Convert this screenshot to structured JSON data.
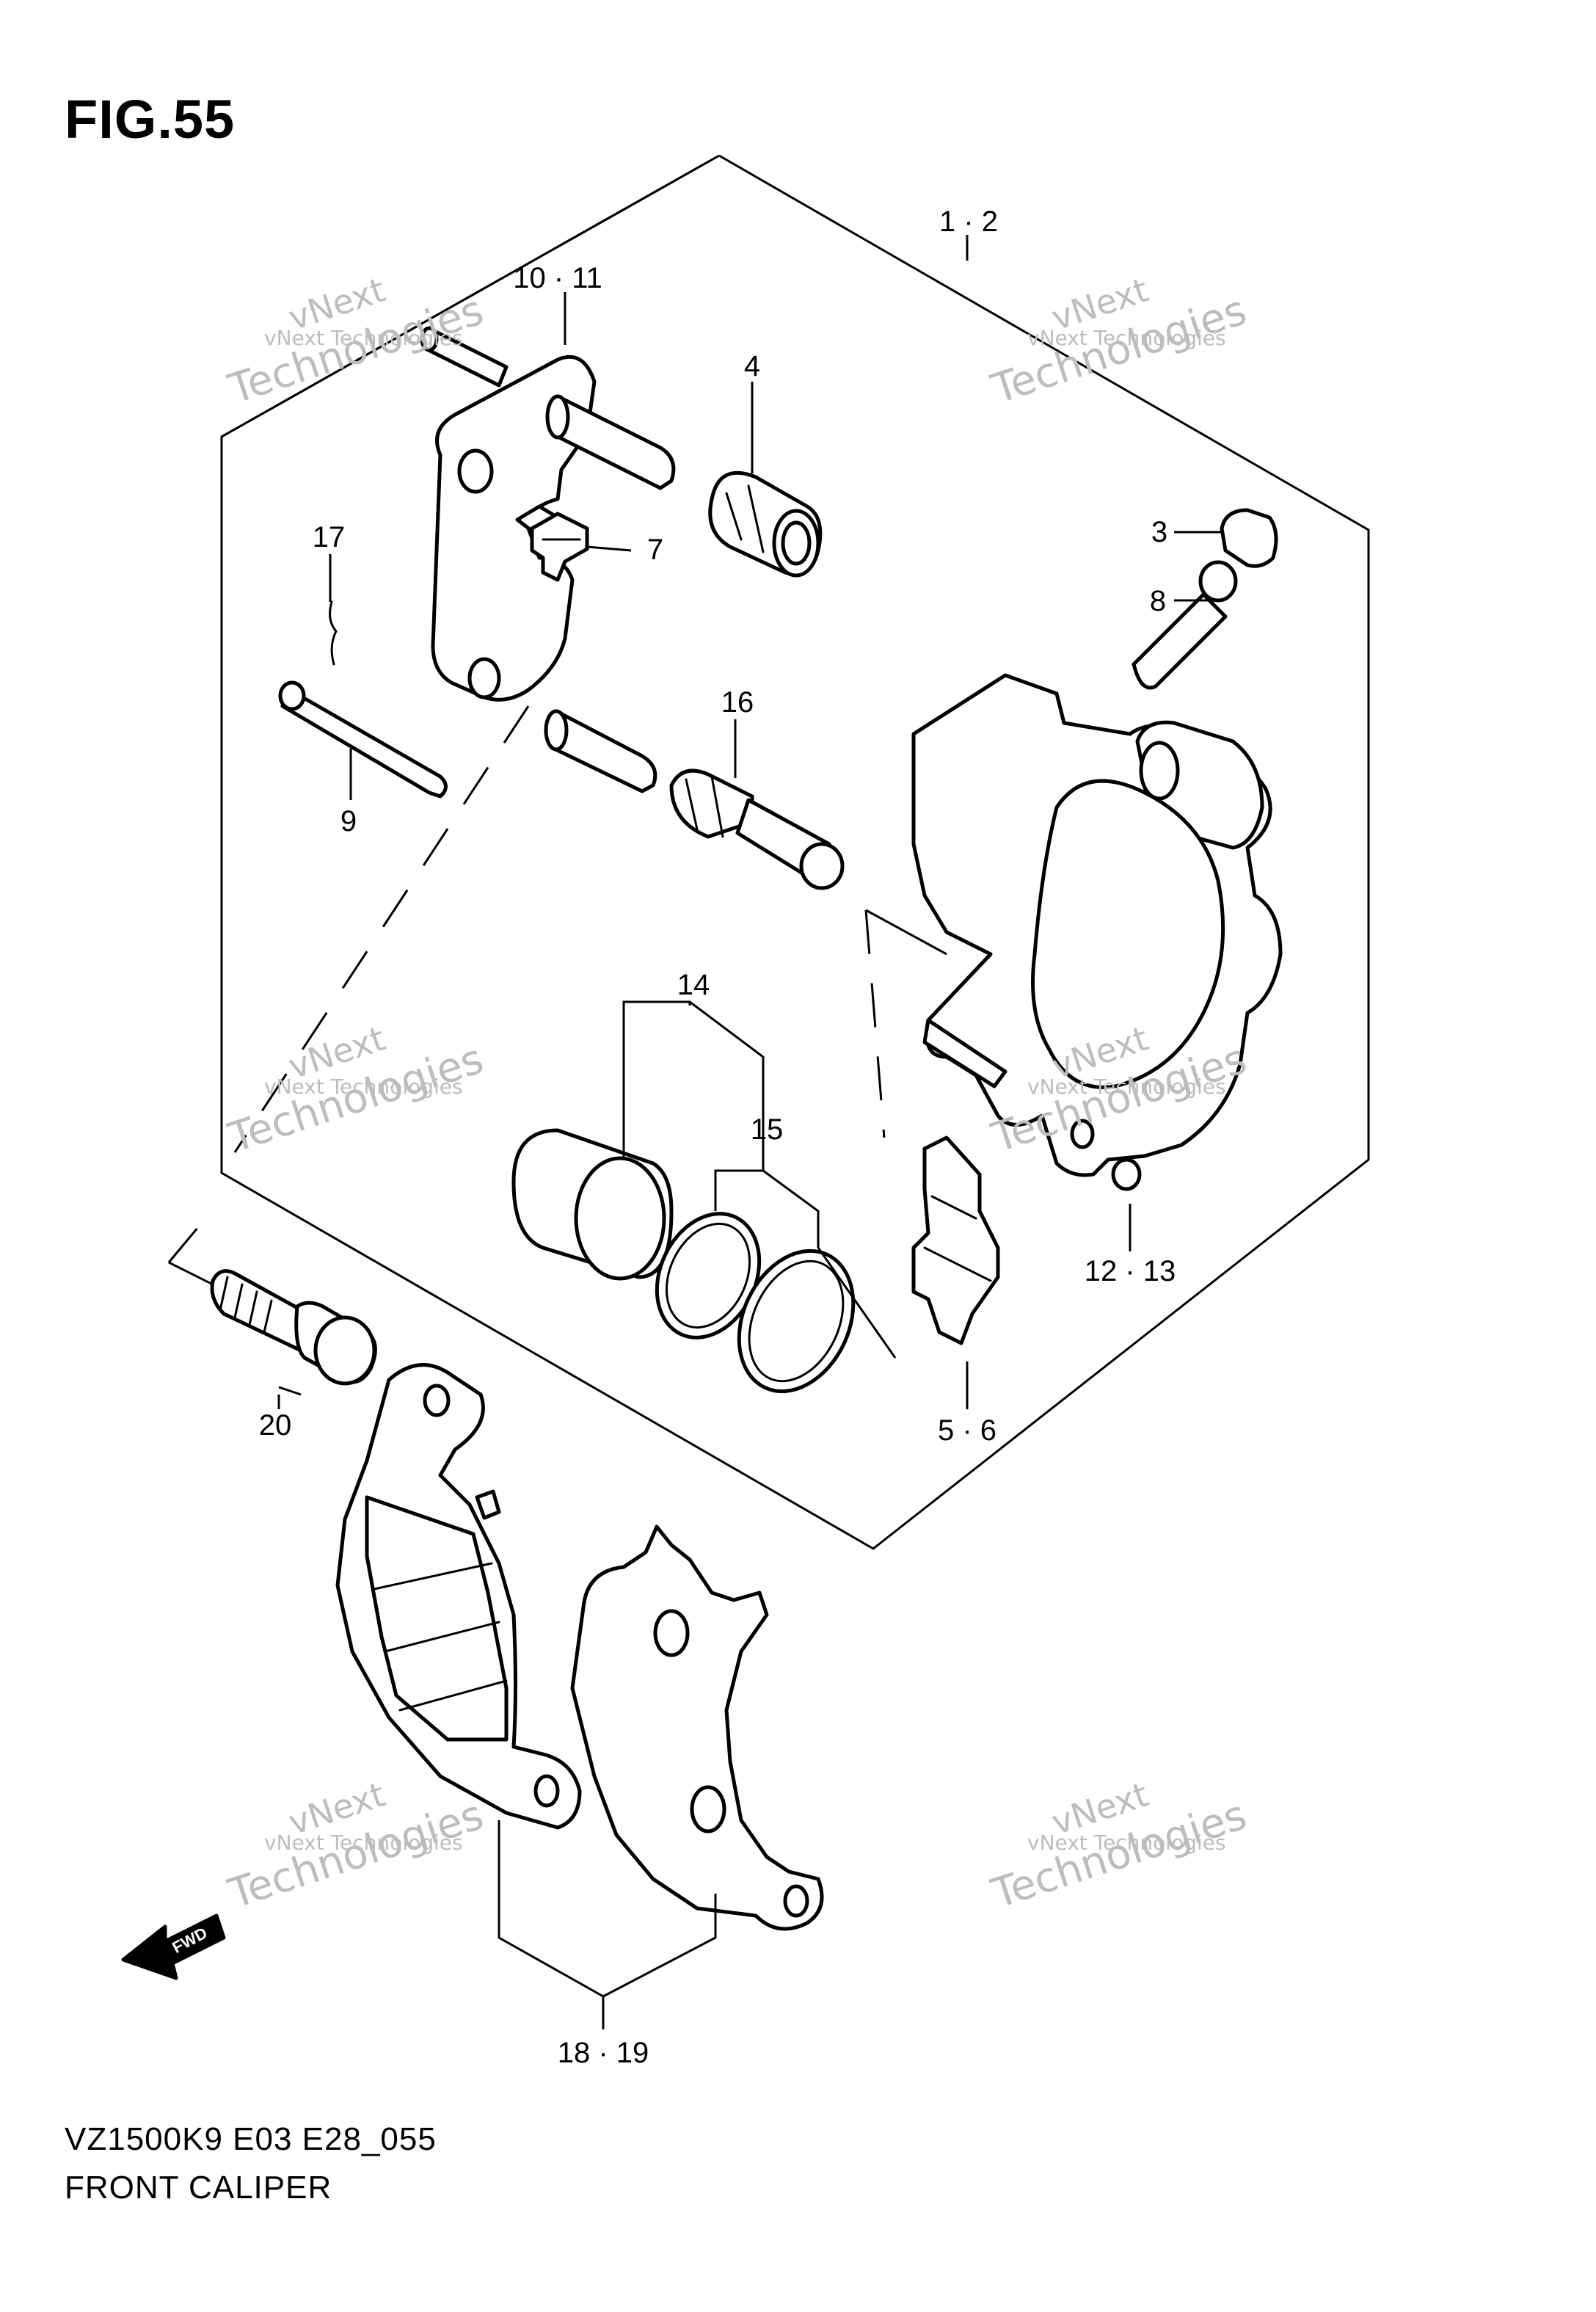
{
  "figure": {
    "title": "FIG.55",
    "model_code": "VZ1500K9 E03 E28_055",
    "section_name": "FRONT CALIPER"
  },
  "callouts": {
    "c1_2": "1 · 2",
    "c3": "3",
    "c4": "4",
    "c5_6": "5 · 6",
    "c7": "7",
    "c8": "8",
    "c9": "9",
    "c10_11": "10 · 11",
    "c12_13": "12 · 13",
    "c14": "14",
    "c15": "15",
    "c16": "16",
    "c17": "17",
    "c18_19": "18 · 19",
    "c20": "20"
  },
  "fwd_label": "FWD",
  "watermark": {
    "line1": "vNext Technologies",
    "line2a": "vNext",
    "line2b": "Technologies"
  }
}
